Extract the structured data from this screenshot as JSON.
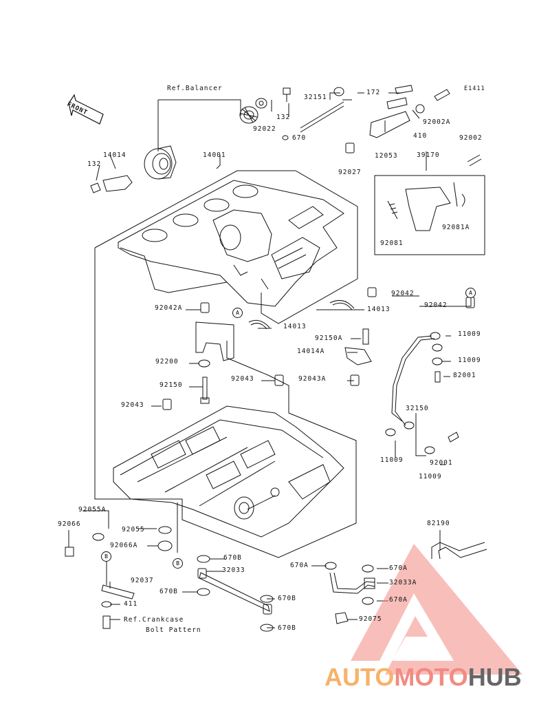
{
  "diagram": {
    "code": "E1411",
    "front_label": "FRONT",
    "ref_balancer": "Ref.Balancer",
    "ref_crankcase_line1": "Ref.Crankcase",
    "ref_crankcase_line2": "Bolt Pattern",
    "markers": {
      "a1": "A",
      "a2": "A",
      "b1": "B",
      "b2": "B"
    },
    "parts": {
      "p132a": "132",
      "p32151": "32151",
      "p172": "172",
      "p92022": "92022",
      "p670a": "670",
      "p92002a": "92002A",
      "p410": "410",
      "p12053": "12053",
      "p92002": "92002",
      "p92027": "92027",
      "p39170": "39170",
      "p14014": "14014",
      "p132b": "132",
      "p14001": "14001",
      "p92081": "92081",
      "p92081a": "92081A",
      "p92042": "92042",
      "p92042b": "92042",
      "p92042a": "92042A",
      "p14013a": "14013",
      "p14013b": "14013",
      "p92150a": "92150A",
      "p14014a": "14014A",
      "p11009a": "11009",
      "p11009b": "11009",
      "p92200": "92200",
      "p82001": "82001",
      "p92150": "92150",
      "p92043a": "92043",
      "p92043aa": "92043A",
      "p92043b": "92043",
      "p32150": "32150",
      "p11009c": "11009",
      "p92001": "92001",
      "p11009d": "11009",
      "p92055a": "92055A",
      "p92066": "92066",
      "p92055": "92055",
      "p92066a": "92066A",
      "p82190": "82190",
      "p670b1": "670B",
      "p32033": "32033",
      "p670aa": "670A",
      "p670ab": "670A",
      "p32033a": "32033A",
      "p670ac": "670A",
      "p92037": "92037",
      "p670b2": "670B",
      "p670b3": "670B",
      "p411": "411",
      "p670b4": "670B",
      "p92075": "92075"
    }
  },
  "watermark": {
    "part1": "AUTO",
    "part2": "MOTO",
    "part3": "HUB",
    "color_a": "#f6b26b",
    "color_b": "#f28b82",
    "color_c": "#666666"
  }
}
